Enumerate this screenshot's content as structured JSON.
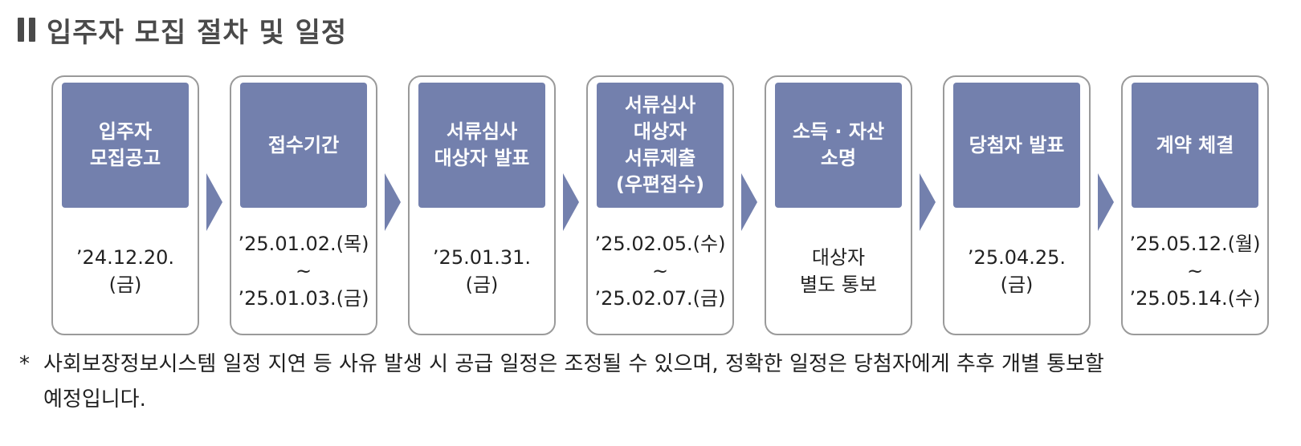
{
  "title": "입주자 모집 절차 및 일정",
  "steps": [
    {
      "label": "입주자\n모집공고",
      "date": "’24.12.20.\n(금)"
    },
    {
      "label": "접수기간",
      "date": "’25.01.02.(목)\n~\n’25.01.03.(금)"
    },
    {
      "label": "서류심사\n대상자 발표",
      "date": "’25.01.31.\n(금)"
    },
    {
      "label": "서류심사\n대상자\n서류제출\n(우편접수)",
      "date": "’25.02.05.(수)\n~\n’25.02.07.(금)"
    },
    {
      "label": "소득 · 자산\n소명",
      "date": "대상자\n별도 통보"
    },
    {
      "label": "당첨자 발표",
      "date": "’25.04.25.\n(금)"
    },
    {
      "label": "계약 체결",
      "date": "’25.05.12.(월)\n~\n’25.05.14.(수)"
    }
  ],
  "note": {
    "marker": "*",
    "line1": "사회보장정보시스템 일정 지연 등 사유 발생 시 공급 일정은 조정될 수 있으며, 정확한 일정은 당첨자에게 추후 개별 통보할",
    "line2": "예정입니다."
  },
  "colors": {
    "accent": "#7380ad",
    "title": "#4a4a4a",
    "border": "#9a9a9a"
  }
}
